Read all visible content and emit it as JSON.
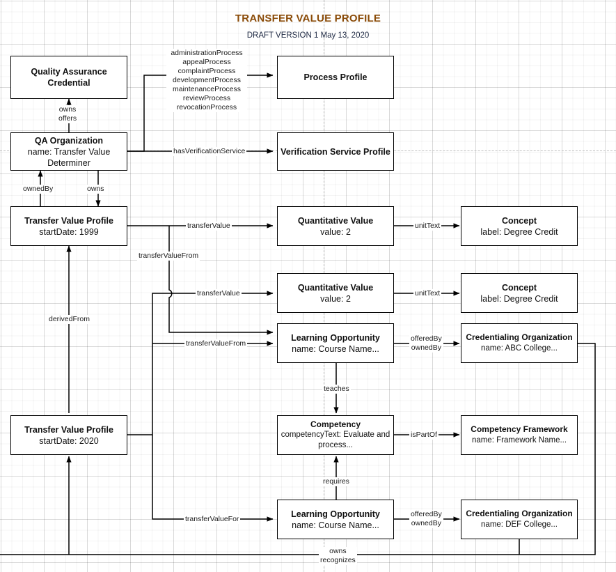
{
  "header": {
    "title": "TRANSFER VALUE PROFILE",
    "subtitle": "DRAFT VERSION 1 May 13, 2020"
  },
  "canvas": {
    "grid": "on",
    "background_color": "#ffffff",
    "line_color": "#000000",
    "title_color": "#8a4b08",
    "subtitle_color": "#1f2a44"
  },
  "chart_data": {
    "type": "diagram",
    "title": "TRANSFER VALUE PROFILE",
    "subtitle": "DRAFT VERSION 1 May 13, 2020",
    "nodes": [
      {
        "id": "qa-credential",
        "title": "Quality Assurance",
        "subtitle": "Credential"
      },
      {
        "id": "process-profile",
        "title": "Process Profile",
        "subtitle": ""
      },
      {
        "id": "qa-organization",
        "title": "QA Organization",
        "subtitle": "name: Transfer Value Determiner"
      },
      {
        "id": "verification",
        "title": "Verification Service Profile",
        "subtitle": ""
      },
      {
        "id": "tvp-1999",
        "title": "Transfer Value Profile",
        "subtitle": "startDate: 1999"
      },
      {
        "id": "qv-1",
        "title": "Quantitative Value",
        "subtitle": "value: 2"
      },
      {
        "id": "concept-1",
        "title": "Concept",
        "subtitle": "label: Degree Credit"
      },
      {
        "id": "qv-2",
        "title": "Quantitative Value",
        "subtitle": "value: 2"
      },
      {
        "id": "concept-2",
        "title": "Concept",
        "subtitle": "label: Degree Credit"
      },
      {
        "id": "lo-abc",
        "title": "Learning Opportunity",
        "subtitle": "name: Course Name..."
      },
      {
        "id": "org-abc",
        "title": "Credentialing Organization",
        "subtitle": "name: ABC College..."
      },
      {
        "id": "tvp-2020",
        "title": "Transfer Value Profile",
        "subtitle": "startDate: 2020"
      },
      {
        "id": "competency",
        "title": "Competency",
        "subtitle": "competencyText: Evaluate and process..."
      },
      {
        "id": "framework",
        "title": "Competency Framework",
        "subtitle": "name: Framework Name..."
      },
      {
        "id": "lo-def",
        "title": "Learning Opportunity",
        "subtitle": "name: Course Name..."
      },
      {
        "id": "org-def",
        "title": "Credentialing Organization",
        "subtitle": "name: DEF College..."
      }
    ],
    "edges": [
      {
        "id": "e-processes",
        "from": "qa-organization",
        "to": "process-profile",
        "label": "administrationProcess\nappealProcess\ncomplaintProcess\ndevelopmentProcess\nmaintenanceProcess\nreviewProcess\nrevocationProcess"
      },
      {
        "id": "e-owns-offers",
        "from": "qa-organization",
        "to": "qa-credential",
        "label": "owns\noffers"
      },
      {
        "id": "e-hasverif",
        "from": "qa-organization",
        "to": "verification",
        "label": "hasVerificationService"
      },
      {
        "id": "e-ownedby",
        "from": "tvp-1999",
        "to": "qa-organization",
        "label": "ownedBy"
      },
      {
        "id": "e-owns",
        "from": "qa-organization",
        "to": "tvp-1999",
        "label": "owns"
      },
      {
        "id": "e-tv-1",
        "from": "tvp-1999",
        "to": "qv-1",
        "label": "transferValue"
      },
      {
        "id": "e-unit-1",
        "from": "qv-1",
        "to": "concept-1",
        "label": "unitText"
      },
      {
        "id": "e-tvfrom-1999",
        "from": "tvp-1999",
        "to": "lo-abc",
        "label": "transferValueFrom"
      },
      {
        "id": "e-tv-2",
        "from": "tvp-2020",
        "to": "qv-2",
        "label": "transferValue"
      },
      {
        "id": "e-unit-2",
        "from": "qv-2",
        "to": "concept-2",
        "label": "unitText"
      },
      {
        "id": "e-tvfrom-2020",
        "from": "tvp-2020",
        "to": "lo-abc",
        "label": "transferValueFrom"
      },
      {
        "id": "e-offered-abc",
        "from": "lo-abc",
        "to": "org-abc",
        "label": "offeredBy\nownedBy"
      },
      {
        "id": "e-teaches",
        "from": "lo-abc",
        "to": "competency",
        "label": "teaches"
      },
      {
        "id": "e-derivedfrom",
        "from": "tvp-2020",
        "to": "tvp-1999",
        "label": "derivedFrom"
      },
      {
        "id": "e-ispartof",
        "from": "competency",
        "to": "framework",
        "label": "isPartOf"
      },
      {
        "id": "e-requires",
        "from": "lo-def",
        "to": "competency",
        "label": "requires"
      },
      {
        "id": "e-tvfor",
        "from": "tvp-2020",
        "to": "lo-def",
        "label": "transferValueFor"
      },
      {
        "id": "e-offered-def",
        "from": "lo-def",
        "to": "org-def",
        "label": "offeredBy\nownedBy"
      },
      {
        "id": "e-owns-recognizes",
        "from": "org-def",
        "to": "tvp-2020",
        "label": "owns\nrecognizes"
      }
    ]
  },
  "labels": {
    "processes_l1": "administrationProcess",
    "processes_l2": "appealProcess",
    "processes_l3": "complaintProcess",
    "processes_l4": "developmentProcess",
    "processes_l5": "maintenanceProcess",
    "processes_l6": "reviewProcess",
    "processes_l7": "revocationProcess",
    "owns": "owns",
    "offers": "offers",
    "has_verification_service": "hasVerificationService",
    "owned_by": "ownedBy",
    "owns2": "owns",
    "transfer_value_1": "transferValue",
    "unit_text_1": "unitText",
    "transfer_value_from_1999": "transferValueFrom",
    "transfer_value_2": "transferValue",
    "unit_text_2": "unitText",
    "transfer_value_from_2020": "transferValueFrom",
    "offered_by_abc": "offeredBy",
    "owned_by_abc": "ownedBy",
    "teaches": "teaches",
    "derived_from": "derivedFrom",
    "is_part_of": "isPartOf",
    "requires": "requires",
    "transfer_value_for": "transferValueFor",
    "offered_by_def": "offeredBy",
    "owned_by_def": "ownedBy",
    "owns_bottom": "owns",
    "recognizes_bottom": "recognizes"
  },
  "nodes": {
    "qa_credential": {
      "line1": "Quality Assurance",
      "line2": "Credential"
    },
    "process_profile": {
      "line1": "Process Profile",
      "line2": ""
    },
    "qa_organization": {
      "line1": "QA Organization",
      "line2": "name: Transfer Value",
      "line3": "Determiner"
    },
    "verification": {
      "line1": "Verification Service Profile",
      "line2": ""
    },
    "tvp_1999": {
      "line1": "Transfer Value Profile",
      "line2": "startDate: 1999"
    },
    "qv_1": {
      "line1": "Quantitative Value",
      "line2": "value: 2"
    },
    "concept_1": {
      "line1": "Concept",
      "line2": "label: Degree Credit"
    },
    "qv_2": {
      "line1": "Quantitative Value",
      "line2": "value: 2"
    },
    "concept_2": {
      "line1": "Concept",
      "line2": "label: Degree Credit"
    },
    "lo_abc": {
      "line1": "Learning Opportunity",
      "line2": "name: Course Name..."
    },
    "org_abc": {
      "line1": "Credentialing Organization",
      "line2": "name: ABC College..."
    },
    "tvp_2020": {
      "line1": "Transfer Value Profile",
      "line2": "startDate: 2020"
    },
    "competency": {
      "line1": "Competency",
      "line2": "competencyText: Evaluate and",
      "line3": "process..."
    },
    "framework": {
      "line1": "Competency Framework",
      "line2": "name: Framework Name..."
    },
    "lo_def": {
      "line1": "Learning Opportunity",
      "line2": "name: Course Name..."
    },
    "org_def": {
      "line1": "Credentialing Organization",
      "line2": "name: DEF College..."
    }
  }
}
